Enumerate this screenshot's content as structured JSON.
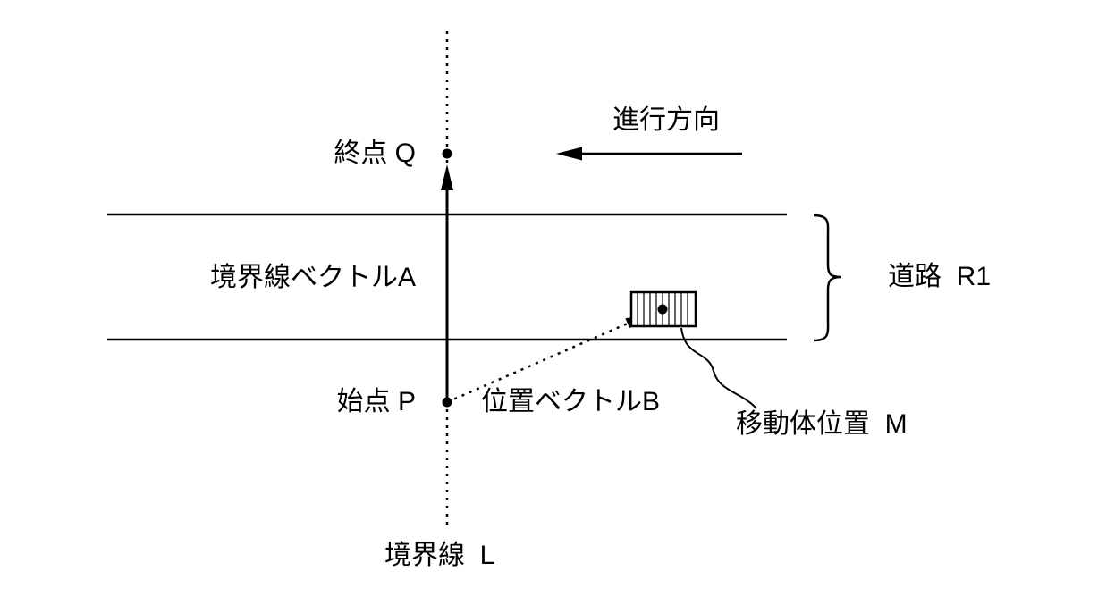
{
  "figure": {
    "labels": {
      "end_point_q": "終点 Q",
      "start_point_p": "始点 P",
      "boundary_vector_a": "境界線ベクトルA",
      "position_vector_b": "位置ベクトルB",
      "travel_direction": "進行方向",
      "road_r1": "道路  R1",
      "moving_body_position_m": "移動体位置  M",
      "boundary_line_l": "境界線  L"
    },
    "colors": {
      "stroke": "#000000",
      "background": "#ffffff"
    }
  }
}
